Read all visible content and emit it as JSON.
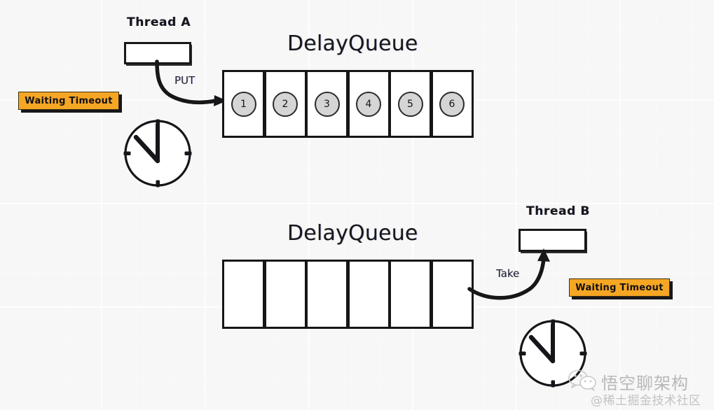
{
  "diagram": {
    "title": "DelayQueue put/take with waiting timeout",
    "background_color": "#f7f7f7",
    "accent_color": "#f5a623",
    "stroke_color": "#16161a",
    "token_fill": "#d5d5d5"
  },
  "top_section": {
    "thread_label": "Thread A",
    "queue_title": "DelayQueue",
    "operation_label": "PUT",
    "badge_label": "Waiting Timeout",
    "queue_cells": [
      {
        "token": "1"
      },
      {
        "token": "2"
      },
      {
        "token": "3"
      },
      {
        "token": "4"
      },
      {
        "token": "5"
      },
      {
        "token": "6"
      }
    ]
  },
  "bottom_section": {
    "thread_label": "Thread B",
    "queue_title": "DelayQueue",
    "operation_label": "Take",
    "badge_label": "Waiting Timeout",
    "queue_cells": [
      {
        "token": ""
      },
      {
        "token": ""
      },
      {
        "token": ""
      },
      {
        "token": ""
      },
      {
        "token": ""
      },
      {
        "token": ""
      }
    ]
  },
  "clocks": {
    "top": {
      "hour_hand": "10",
      "minute_hand": "12"
    },
    "bottom": {
      "hour_hand": "10",
      "minute_hand": "12"
    }
  },
  "watermark": {
    "account_name": "悟空聊架构",
    "platform": "@稀土掘金技术社区"
  }
}
